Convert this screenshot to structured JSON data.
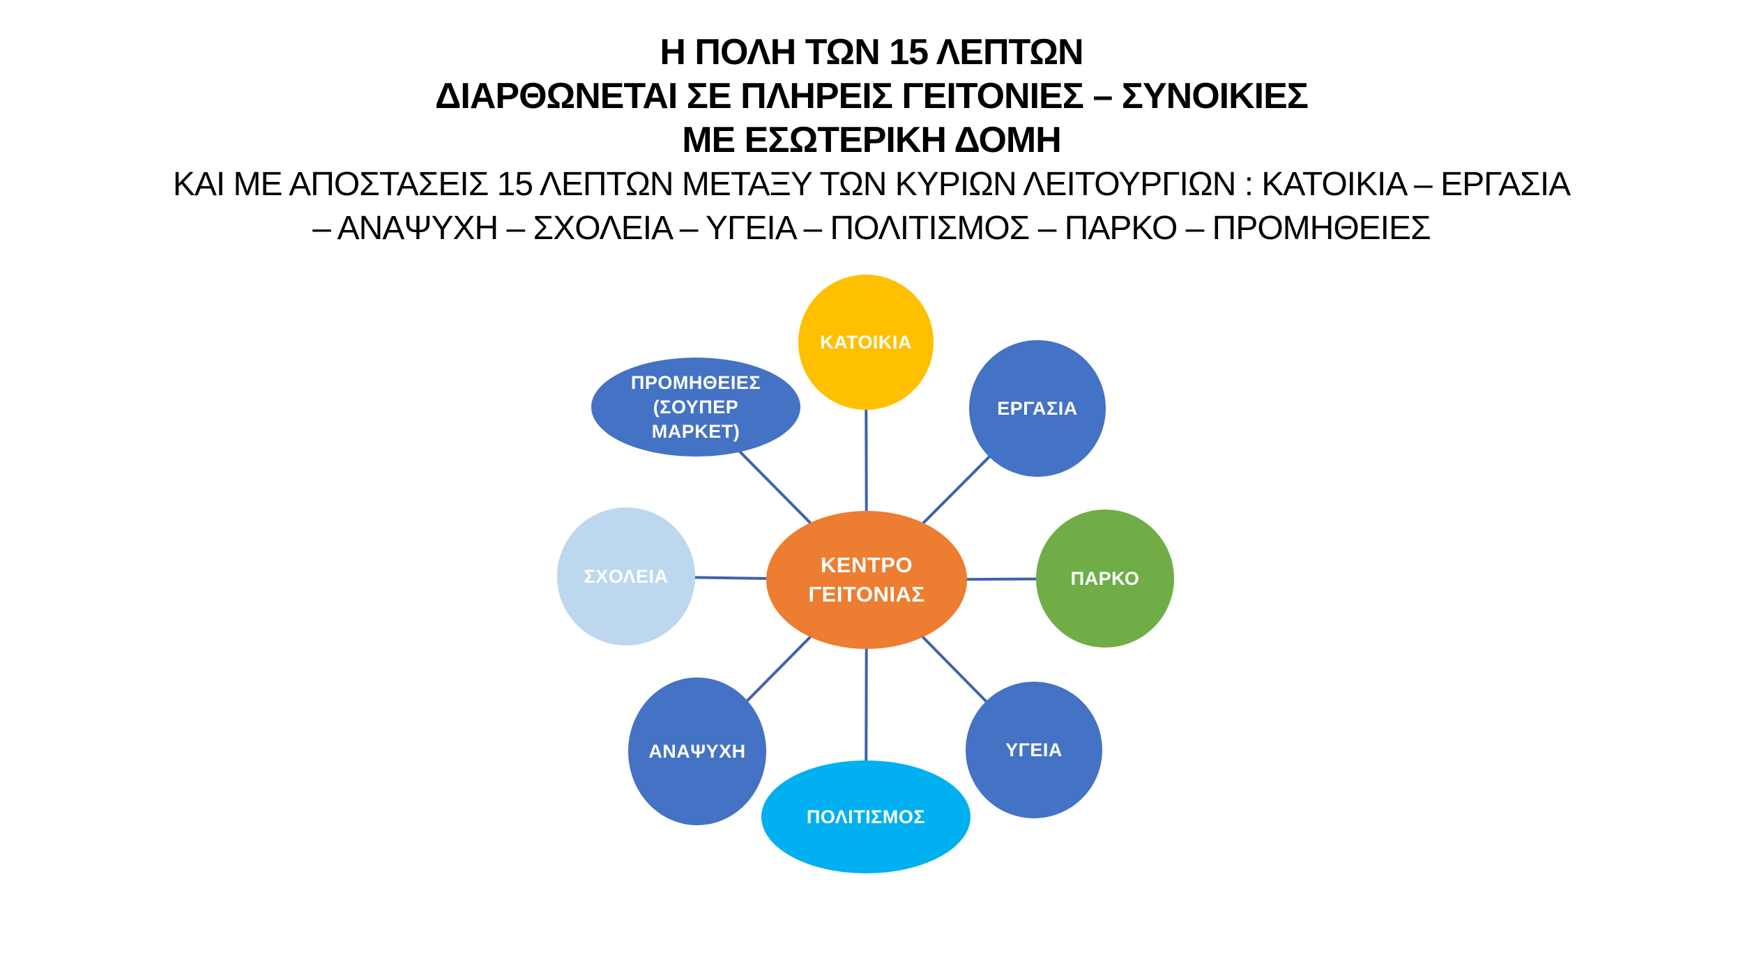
{
  "slide": {
    "background_color": "#FFFFFF",
    "title_text_color": "#000000",
    "title_lines": [
      "Η ΠΟΛΗ ΤΩΝ 15 ΛΕΠΤΩΝ",
      "ΔΙΑΡΘΩΝΕΤΑΙ ΣΕ ΠΛΗΡΕΙΣ ΓΕΙΤΟΝΙΕΣ   –   ΣΥΝΟΙΚΙΕΣ",
      "ΜΕ ΕΣΩΤΕΡΙΚΗ ΔΟΜΗ",
      "ΚΑΙ ΜΕ ΑΠΟΣΤΑΣΕΙΣ 15 ΛΕΠΤΩΝ ΜΕΤΑΞΥ ΤΩΝ ΚΥΡΙΩΝ ΛΕΙΤΟΥΡΓΙΩΝ : ΚΑΤΟΙΚΙΑ    – ΕΡΓΑΣΙΑ",
      "– ΑΝΑΨΥΧΗ – ΣΧΟΛΕΙΑ – ΥΓΕΙΑ – ΠΟΛΙΤΙΣΜΟΣ – ΠΑΡΚΟ  – ΠΡΟΜΗΘΕΙΕΣ"
    ]
  },
  "diagram": {
    "type": "radial-hub",
    "label_text_color": "#FFFFFF",
    "connector_color": "#3C63AE",
    "center_node": {
      "label": "ΚΕΝΤΡΟ\nΓΕΙΤΟΝΙΑΣ",
      "color": "#ED7D31"
    },
    "nodes": [
      {
        "id": "katoikia",
        "label": "ΚΑΤΟΙΚΙΑ",
        "color": "#FFC000"
      },
      {
        "id": "ergasia",
        "label": "ΕΡΓΑΣΙΑ",
        "color": "#4472C4"
      },
      {
        "id": "promitheies",
        "label": "ΠΡΟΜΗΘΕΙΕΣ\n(ΣΟΥΠΕΡ\nΜΑΡΚΕΤ)",
        "color": "#4472C4"
      },
      {
        "id": "sxoleia",
        "label": "ΣΧΟΛΕΙΑ",
        "color": "#BDD7EE"
      },
      {
        "id": "parko",
        "label": "ΠΑΡΚΟ",
        "color": "#70AD47"
      },
      {
        "id": "anapsyxi",
        "label": "ΑΝΑΨΥΧΗ",
        "color": "#4472C4"
      },
      {
        "id": "ygeia",
        "label": "ΥΓΕΙΑ",
        "color": "#4472C4"
      },
      {
        "id": "politismos",
        "label": "ΠΟΛΙΤΙΣΜΟΣ",
        "color": "#00B0F0"
      }
    ]
  }
}
